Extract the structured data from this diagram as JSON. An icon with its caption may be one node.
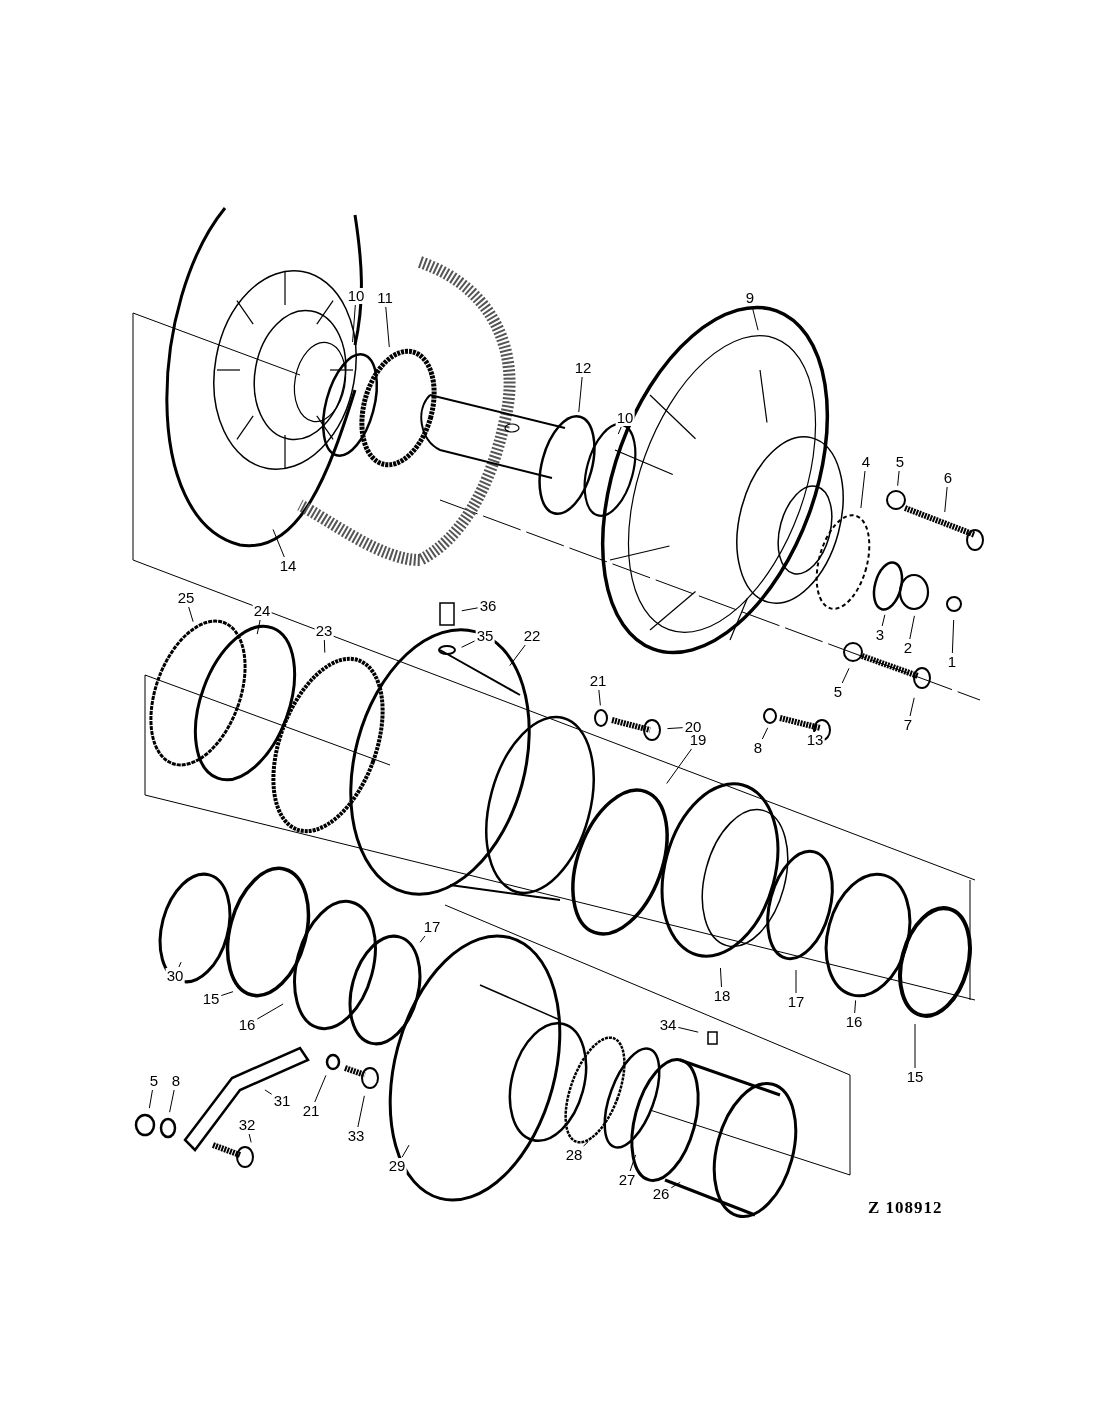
{
  "diagram": {
    "nodes": [
      {
        "text": [
          "10"
        ]
      },
      {
        "text": [
          "11"
        ]
      },
      {
        "text": [
          "9"
        ]
      },
      {
        "text": [
          "12"
        ]
      },
      {
        "text": [
          "10"
        ]
      },
      {
        "text": [
          "4"
        ]
      },
      {
        "text": [
          "5"
        ]
      },
      {
        "text": [
          "6"
        ]
      },
      {
        "text": [
          "14"
        ]
      },
      {
        "text": [
          "36"
        ]
      },
      {
        "text": [
          "25"
        ]
      },
      {
        "text": [
          "24"
        ]
      },
      {
        "text": [
          "3"
        ]
      },
      {
        "text": [
          "2"
        ]
      },
      {
        "text": [
          "22"
        ]
      },
      {
        "text": [
          "35"
        ]
      },
      {
        "text": [
          "1"
        ]
      },
      {
        "text": [
          "23"
        ]
      },
      {
        "text": [
          "21"
        ]
      },
      {
        "text": [
          "5"
        ]
      },
      {
        "text": [
          "7"
        ]
      },
      {
        "text": [
          "20"
        ]
      },
      {
        "text": [
          "19"
        ]
      },
      {
        "text": [
          "8"
        ]
      },
      {
        "text": [
          "13"
        ]
      },
      {
        "text": [
          "17"
        ]
      },
      {
        "text": [
          "30"
        ]
      },
      {
        "text": [
          "18"
        ]
      },
      {
        "text": [
          "15"
        ]
      },
      {
        "text": [
          "17"
        ]
      },
      {
        "text": [
          "16"
        ]
      },
      {
        "text": [
          "16"
        ]
      },
      {
        "text": [
          "34"
        ]
      },
      {
        "text": [
          "15"
        ]
      },
      {
        "text": [
          "5"
        ]
      },
      {
        "text": [
          "8"
        ]
      },
      {
        "text": [
          "31"
        ]
      },
      {
        "text": [
          "21"
        ]
      },
      {
        "text": [
          "32"
        ]
      },
      {
        "text": [
          "33"
        ]
      },
      {
        "text": [
          "29"
        ]
      },
      {
        "text": [
          "28"
        ]
      },
      {
        "text": [
          "27"
        ]
      },
      {
        "text": [
          "26"
        ]
      }
    ],
    "edges": [
      {
        "from": 0,
        "to": null,
        "arrow": "none"
      },
      {
        "from": 1,
        "to": null,
        "arrow": "none"
      },
      {
        "from": 2,
        "to": null,
        "arrow": "none"
      },
      {
        "from": 3,
        "to": null,
        "arrow": "none"
      },
      {
        "from": 4,
        "to": null,
        "arrow": "none"
      },
      {
        "from": 5,
        "to": null,
        "arrow": "none"
      },
      {
        "from": 6,
        "to": null,
        "arrow": "none"
      },
      {
        "from": 7,
        "to": null,
        "arrow": "none"
      },
      {
        "from": 8,
        "to": null,
        "arrow": "none"
      },
      {
        "from": 9,
        "to": null,
        "arrow": "none"
      },
      {
        "from": 10,
        "to": null,
        "arrow": "none"
      },
      {
        "from": 11,
        "to": null,
        "arrow": "none"
      },
      {
        "from": 12,
        "to": null,
        "arrow": "none"
      },
      {
        "from": 13,
        "to": null,
        "arrow": "none"
      },
      {
        "from": 14,
        "to": null,
        "arrow": "none"
      },
      {
        "from": 15,
        "to": null,
        "arrow": "none"
      },
      {
        "from": 16,
        "to": null,
        "arrow": "none"
      },
      {
        "from": 17,
        "to": null,
        "arrow": "none"
      },
      {
        "from": 18,
        "to": null,
        "arrow": "none"
      },
      {
        "from": 19,
        "to": null,
        "arrow": "none"
      },
      {
        "from": 20,
        "to": null,
        "arrow": "none"
      },
      {
        "from": 21,
        "to": null,
        "arrow": "none"
      },
      {
        "from": 22,
        "to": null,
        "arrow": "none"
      },
      {
        "from": 23,
        "to": null,
        "arrow": "none"
      },
      {
        "from": 24,
        "to": null,
        "arrow": "none"
      },
      {
        "from": 25,
        "to": null,
        "arrow": "none"
      },
      {
        "from": 26,
        "to": null,
        "arrow": "none"
      },
      {
        "from": 27,
        "to": null,
        "arrow": "none"
      },
      {
        "from": 28,
        "to": null,
        "arrow": "none"
      },
      {
        "from": 29,
        "to": null,
        "arrow": "none"
      },
      {
        "from": 30,
        "to": null,
        "arrow": "none"
      },
      {
        "from": 31,
        "to": null,
        "arrow": "none"
      },
      {
        "from": 32,
        "to": null,
        "arrow": "none"
      },
      {
        "from": 33,
        "to": null,
        "arrow": "none"
      },
      {
        "from": 34,
        "to": null,
        "arrow": "none"
      },
      {
        "from": 35,
        "to": null,
        "arrow": "none"
      },
      {
        "from": 36,
        "to": null,
        "arrow": "none"
      },
      {
        "from": 37,
        "to": null,
        "arrow": "none"
      },
      {
        "from": 38,
        "to": null,
        "arrow": "none"
      },
      {
        "from": 39,
        "to": null,
        "arrow": "none"
      },
      {
        "from": 40,
        "to": null,
        "arrow": "none"
      },
      {
        "from": 41,
        "to": null,
        "arrow": "none"
      },
      {
        "from": 42,
        "to": null,
        "arrow": "none"
      },
      {
        "from": 43,
        "to": null,
        "arrow": "none"
      }
    ],
    "labels": [
      "Z 108912"
    ]
  }
}
